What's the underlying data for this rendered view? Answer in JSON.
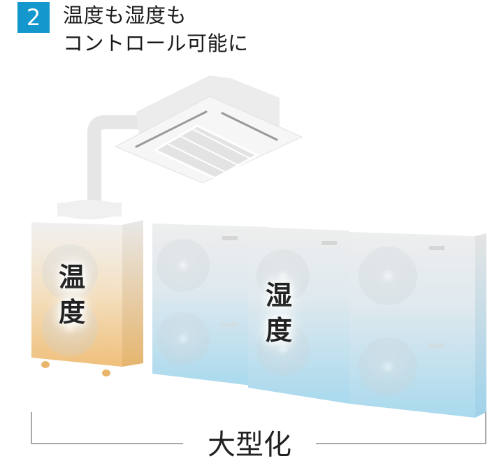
{
  "badge": {
    "number": "2",
    "color": "#1497cd"
  },
  "title": {
    "line1": "温度も湿度も",
    "line2": "コントロール可能に"
  },
  "illustration": {
    "ceiling_unit": "cassette-air-conditioner",
    "left_unit": {
      "label_line1": "温",
      "label_line2": "度",
      "gradient_color": "#f0c98a"
    },
    "right_units": {
      "count": 3,
      "label_line1": "湿",
      "label_line2": "度",
      "gradient_color": "#a9daee"
    }
  },
  "bracket": {
    "label": "大型化"
  }
}
